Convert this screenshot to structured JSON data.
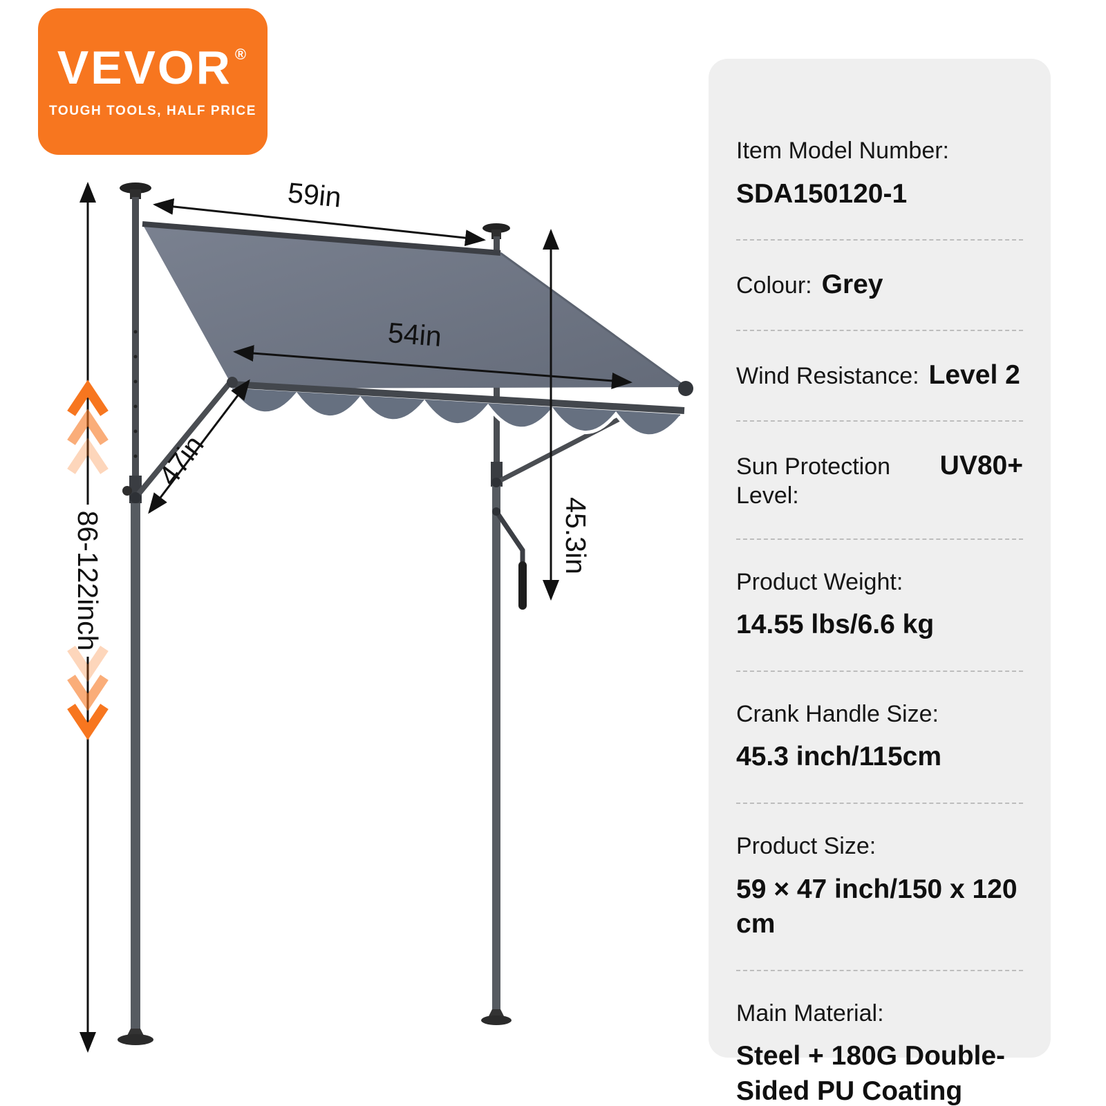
{
  "logo": {
    "brand": "VEVOR",
    "registered": "®",
    "tagline": "TOUGH TOOLS, HALF PRICE"
  },
  "diagram": {
    "dim_top_width": "59in",
    "dim_front_width": "54in",
    "dim_depth": "47in",
    "dim_crank_height": "45.3in",
    "dim_pole_height": "86-122inch"
  },
  "specs": {
    "items": [
      {
        "label": "Item Model Number:",
        "value": "SDA150120-1"
      },
      {
        "label": "Colour:",
        "value": "Grey"
      },
      {
        "label": "Wind Resistance:",
        "value": "Level 2"
      },
      {
        "label": "Sun Protection Level:",
        "value": "UV80+"
      },
      {
        "label": "Product Weight:",
        "value": "14.55 lbs/6.6 kg"
      },
      {
        "label": "Crank Handle Size:",
        "value": "45.3 inch/115cm"
      },
      {
        "label": "Product Size:",
        "value": "59 × 47 inch/150 x 120 cm"
      },
      {
        "label": "Main Material:",
        "value": "Steel + 180G Double-Sided PU Coating"
      }
    ]
  },
  "colors": {
    "orange": "#F7761F",
    "fabric": "#6F7686",
    "fabric_dark": "#667080",
    "frame": "#4A4D52",
    "panel": "#EFEFEF"
  }
}
